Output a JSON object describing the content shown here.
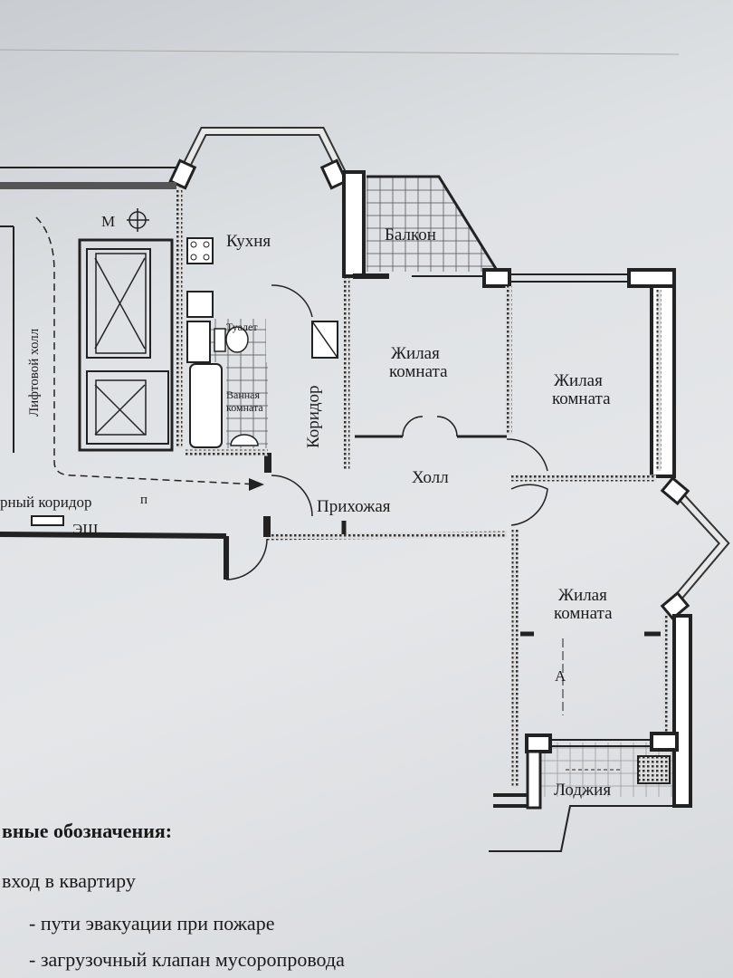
{
  "rooms": {
    "kitchen": "Кухня",
    "balcony": "Балкон",
    "toilet": "Туалет",
    "bathroom_line1": "Ванная",
    "bathroom_line2": "комната",
    "corridor": "Коридор",
    "living_room_1_line1": "Жилая",
    "living_room_1_line2": "комната",
    "living_room_2_line1": "Жилая",
    "living_room_2_line2": "комната",
    "living_room_3_line1": "Жилая",
    "living_room_3_line2": "комната",
    "hall": "Холл",
    "entrance_hall": "Прихожая",
    "loggia": "Лоджия",
    "elevator_hall": "Лифтовой холл",
    "apartment_corridor": "рный коридор",
    "electrical_panel": "ЭЩ",
    "garbage_chute": "М",
    "section_mark": "А",
    "path_mark": "п"
  },
  "legend": {
    "title": "вные обозначения:",
    "items": [
      "вход в квартиру",
      "- пути эвакуации при пожаре",
      "- загрузочный клапан мусоропровода"
    ]
  }
}
